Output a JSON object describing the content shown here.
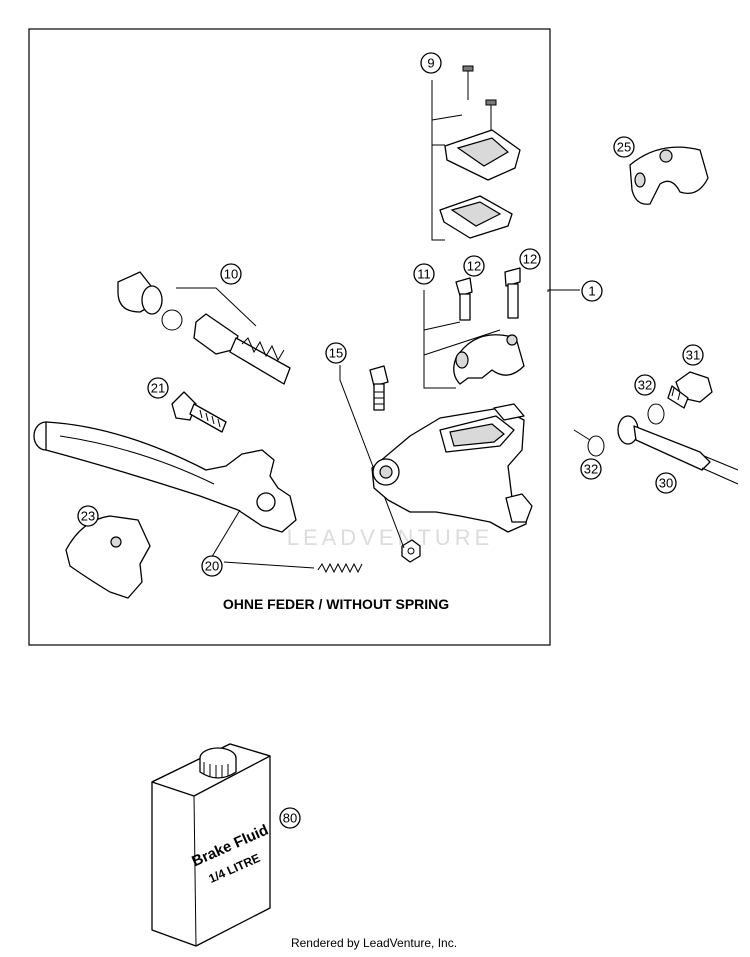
{
  "callouts": [
    {
      "label": "9"
    },
    {
      "label": "25"
    },
    {
      "label": "10"
    },
    {
      "label": "11"
    },
    {
      "label": "12"
    },
    {
      "label": "12"
    },
    {
      "label": "1"
    },
    {
      "label": "15"
    },
    {
      "label": "31"
    },
    {
      "label": "21"
    },
    {
      "label": "32"
    },
    {
      "label": "32"
    },
    {
      "label": "30"
    },
    {
      "label": "23"
    },
    {
      "label": "20"
    },
    {
      "label": "80"
    }
  ],
  "caption": "OHNE FEDER / WITHOUT SPRING",
  "watermark": "LEADVENTURE",
  "bottle": {
    "line1": "Brake Fluid",
    "line2": "1/4 LITRE"
  },
  "footer": "Rendered by LeadVenture, Inc."
}
